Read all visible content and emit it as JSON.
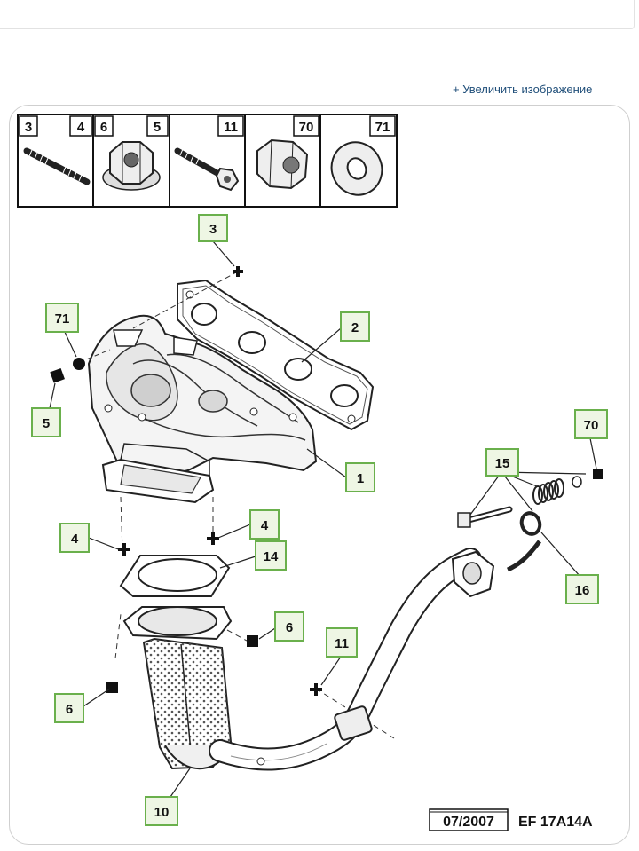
{
  "zoom_link": "+ Увеличить изображение",
  "fasteners": [
    {
      "left": "3",
      "right": "4"
    },
    {
      "left": "6",
      "right": "5"
    },
    {
      "right": "11"
    },
    {
      "right": "70"
    },
    {
      "right": "71"
    }
  ],
  "callouts": {
    "c3": "3",
    "c71": "71",
    "c5": "5",
    "c2": "2",
    "c1": "1",
    "c4a": "4",
    "c4b": "4",
    "c14": "14",
    "c6a": "6",
    "c6b": "6",
    "c10": "10",
    "c11": "11",
    "c15": "15",
    "c70": "70",
    "c16": "16"
  },
  "stamp": {
    "date": "07/2007",
    "code": "EF 17A14A"
  },
  "colors": {
    "callout_fill": "#eef6e4",
    "callout_border": "#6ab04c",
    "link": "#1f4e79"
  }
}
